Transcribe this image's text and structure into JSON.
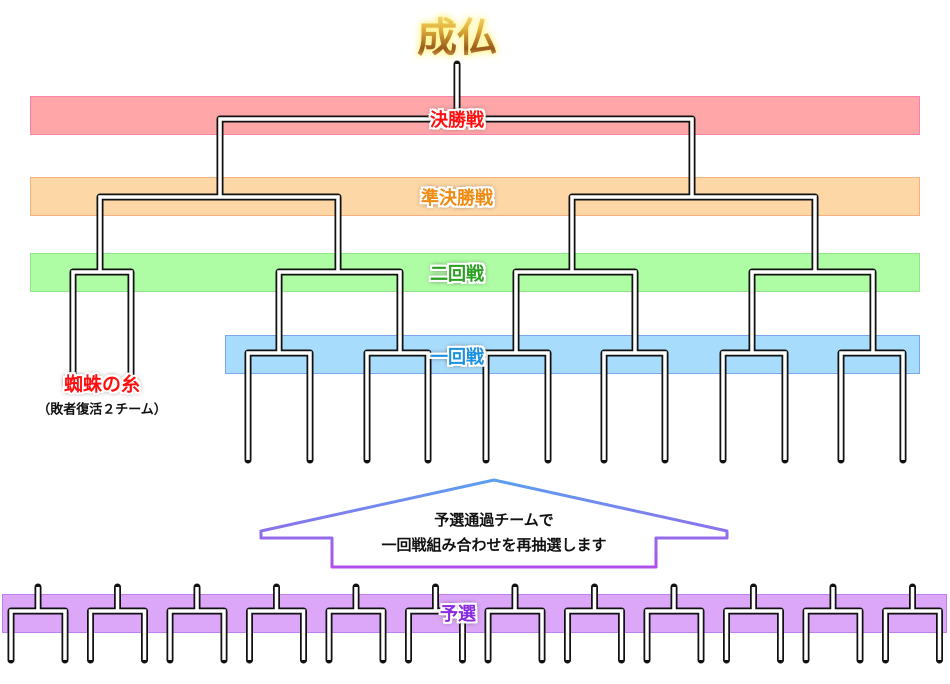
{
  "title": "成仏",
  "rounds": {
    "final": {
      "label": "決勝戦",
      "color": "#ff1010",
      "band": "#ffa6a8",
      "border": "#ff80a8"
    },
    "semifinal": {
      "label": "準決勝戦",
      "color": "#f08a10",
      "band": "#fed7a6",
      "border": "#f8b080"
    },
    "second": {
      "label": "二回戦",
      "color": "#2aa020",
      "band": "#aefda4",
      "border": "#8ee88a"
    },
    "first": {
      "label": "一回戦",
      "color": "#1a90e0",
      "band": "#a8dcfd",
      "border": "#7aa8f0"
    },
    "prelim": {
      "label": "予選",
      "color": "#8a2ae0",
      "band": "#dca6f9",
      "border": "#c080f0"
    }
  },
  "repechage": {
    "label": "蜘蛛の糸",
    "note": "（敗者復活２チーム）",
    "color": "#ff1010"
  },
  "arrow": {
    "line1": "予選通過チームで",
    "line2": "一回戦組み合わせを再抽選します",
    "gradient_top": "#5aa0f0",
    "gradient_bottom": "#b050e8"
  }
}
